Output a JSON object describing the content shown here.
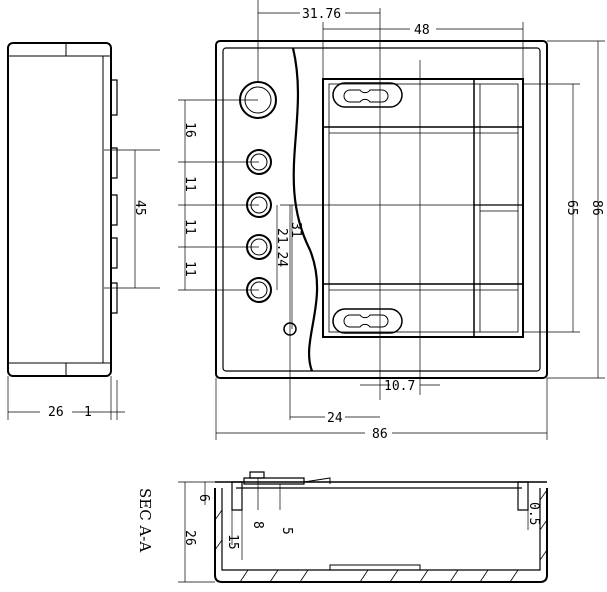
{
  "section_label": "SEC A-A",
  "dimensions": {
    "button_offset": "31.76",
    "panel_width_top": "48",
    "total_height": "86",
    "panel_height": "65",
    "pitch_16": "16",
    "pitch_11_a": "11",
    "pitch_11_b": "11",
    "pitch_11_c": "11",
    "button_span": "45",
    "center_offset": "21.24",
    "span_31": "31",
    "depth_side": "26",
    "lip_side": "1",
    "small_offset": "10.7",
    "led_offset": "24",
    "total_width": "86",
    "sec_depth": "26",
    "sec_6": "6",
    "sec_8": "8",
    "sec_5": "5",
    "sec_15": "15",
    "sec_wall": "0.5"
  },
  "colors": {
    "line": "#000000",
    "background": "#ffffff"
  }
}
